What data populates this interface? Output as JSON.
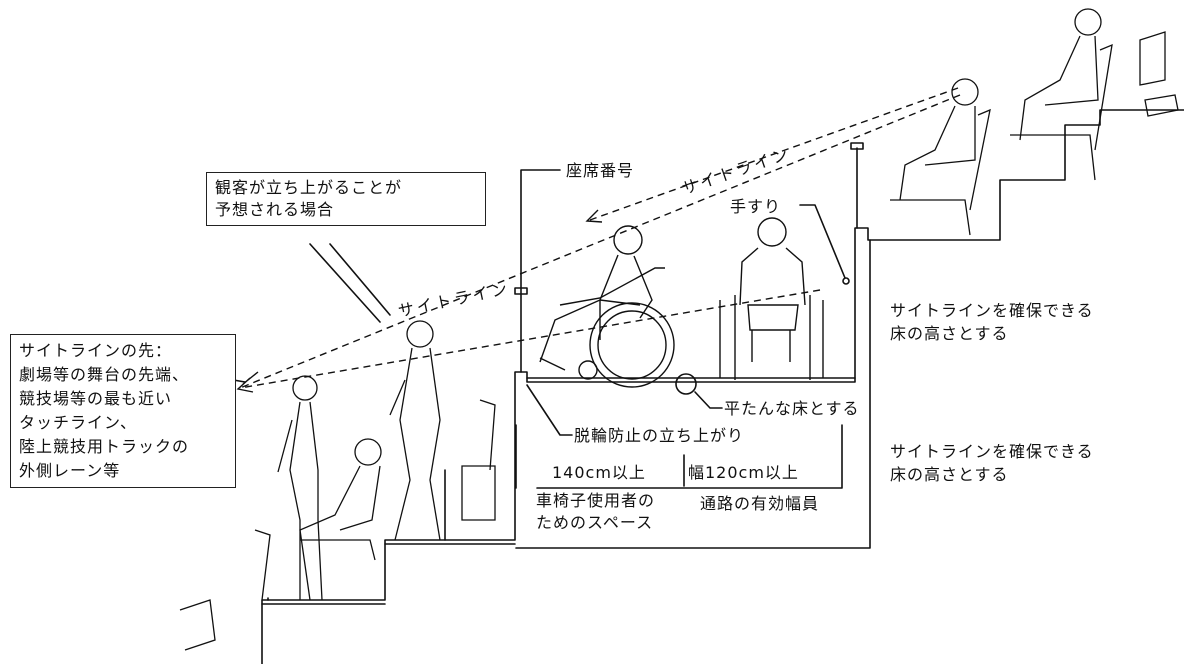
{
  "callouts": {
    "standing_box": [
      "観客が立ち上がることが",
      "予想される場合"
    ],
    "sightline_end_box": [
      "サイトラインの先：",
      "劇場等の舞台の先端、",
      "競技場等の最も近い",
      "タッチライン、",
      "陸上競技用トラックの",
      "外側レーン等"
    ]
  },
  "labels": {
    "seat_number": "座席番号",
    "handrail": "手すり",
    "sightline_upper": "サイトライン",
    "sightline_lower": "サイトライン",
    "flat_floor": "平たんな床とする",
    "anti_derail": "脱輪防止の立ち上がり",
    "wheelchair_width": "140cm以上",
    "aisle_width": "幅120cm以上",
    "wheelchair_space": [
      "車椅子使用者の",
      "ためのスペース"
    ],
    "aisle": "通路の有効幅員",
    "floor_note_upper": [
      "サイトラインを確保できる",
      "床の高さとする"
    ],
    "floor_note_lower": [
      "サイトラインを確保できる",
      "床の高さとする"
    ]
  },
  "colors": {
    "line": "#111111",
    "background": "#ffffff"
  }
}
